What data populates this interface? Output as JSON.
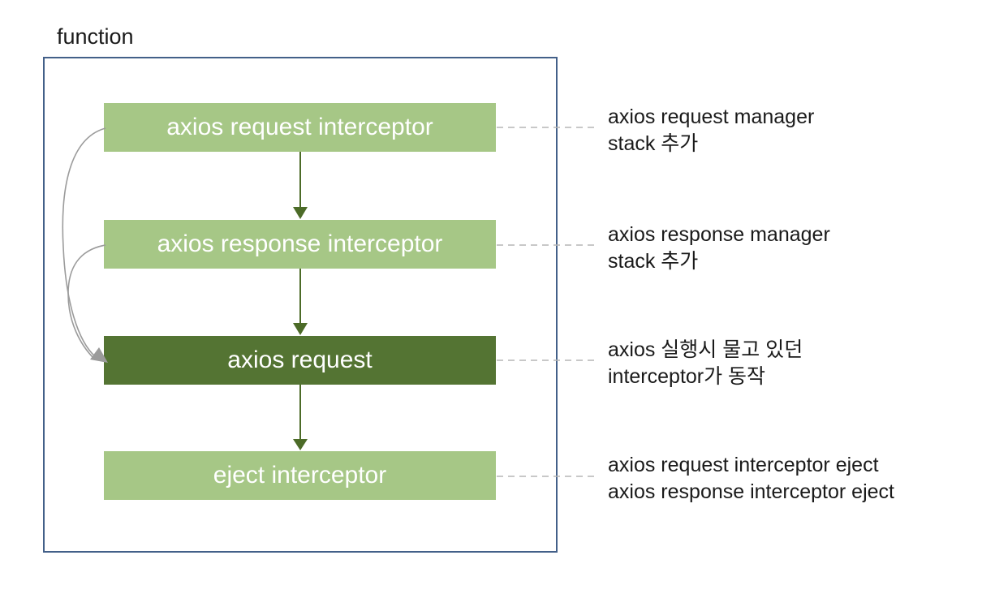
{
  "diagram": {
    "title": "function",
    "colors": {
      "light_green_box": "#a6c786",
      "dark_green_box": "#547433",
      "arrow_green": "#4c6b28",
      "connector_gray": "#9b9b9b",
      "dash_gray": "#b5b5b5",
      "container_border_blue": "#436089",
      "box_text": "#ffffff",
      "annotation_text": "#1a1a1a"
    },
    "boxes": [
      {
        "label": "axios request interceptor",
        "variant": "light"
      },
      {
        "label": "axios response interceptor",
        "variant": "light"
      },
      {
        "label": "axios request",
        "variant": "dark"
      },
      {
        "label": "eject interceptor",
        "variant": "light"
      }
    ],
    "annotations": [
      {
        "lines": [
          "axios request manager",
          "stack 추가"
        ]
      },
      {
        "lines": [
          "axios response manager",
          "stack 추가"
        ]
      },
      {
        "lines": [
          "axios 실행시 물고 있던",
          "interceptor가 동작"
        ]
      },
      {
        "lines": [
          "axios request interceptor eject",
          "axios response interceptor eject"
        ]
      }
    ]
  }
}
